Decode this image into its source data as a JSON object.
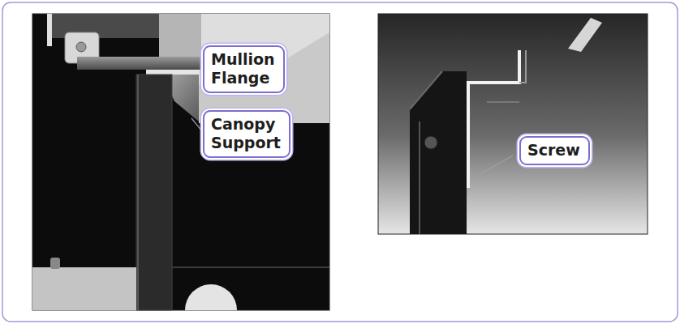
{
  "diagram": {
    "nodes": [
      {
        "text": [
          "Mullion Flange"
        ]
      },
      {
        "text": [
          "Canopy Support"
        ]
      },
      {
        "text": [
          "Screw"
        ]
      }
    ]
  }
}
